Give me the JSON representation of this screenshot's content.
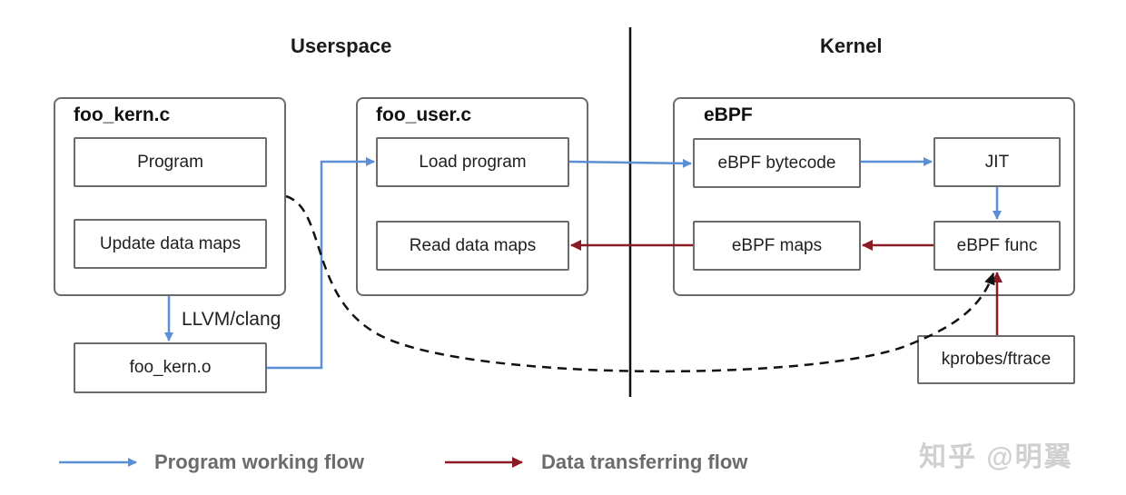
{
  "headings": {
    "userspace": "Userspace",
    "kernel": "Kernel"
  },
  "groups": {
    "foo_kern": {
      "title": "foo_kern.c",
      "items": [
        "Program",
        "Update data maps"
      ]
    },
    "foo_user": {
      "title": "foo_user.c",
      "items": [
        "Load program",
        "Read data maps"
      ]
    },
    "ebpf": {
      "title": "eBPF",
      "items": [
        "eBPF bytecode",
        "JIT",
        "eBPF maps",
        "eBPF func"
      ]
    }
  },
  "nodes": {
    "foo_kern_o": "foo_kern.o",
    "kprobes": "kprobes/ftrace"
  },
  "edge_labels": {
    "compile": "LLVM/clang"
  },
  "legend": {
    "program_flow": "Program working flow",
    "data_flow": "Data transferring flow"
  },
  "colors": {
    "program_flow": "#5b8fd6",
    "data_flow": "#8b1a24",
    "border": "#6b6b6b"
  },
  "watermark": "知乎 @明翼"
}
